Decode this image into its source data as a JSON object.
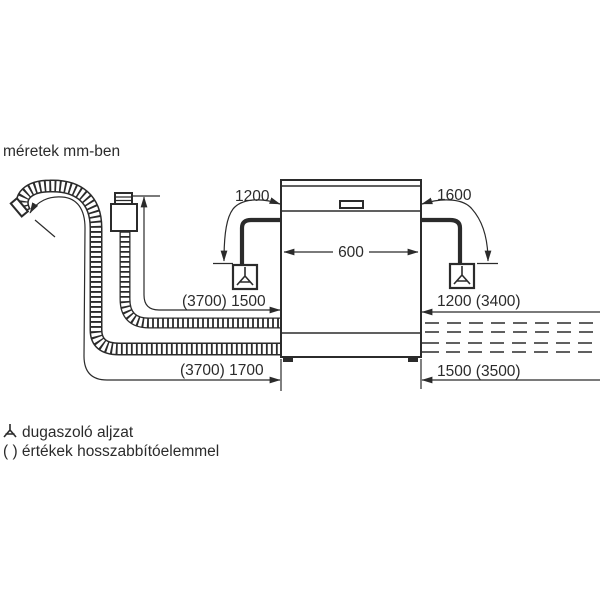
{
  "title": "méretek mm-ben",
  "dimensions": {
    "aquastop_cable_length": "1200",
    "power_cord_length": "1600",
    "appliance_width": "600",
    "supply_hose_length": "(3700) 1500",
    "right_upper_length": "1200 (3400)",
    "drain_hose_length": "(3700) 1700",
    "right_lower_length": "1500 (3500)"
  },
  "legend": {
    "socket_label": "dugaszoló aljzat",
    "extension_note": "( ) értékek hosszabbítóelemmel"
  },
  "icons": {
    "socket_symbol": "plug-socket-icon"
  },
  "colors": {
    "ink": "#2b2b2b",
    "background": "#ffffff"
  }
}
